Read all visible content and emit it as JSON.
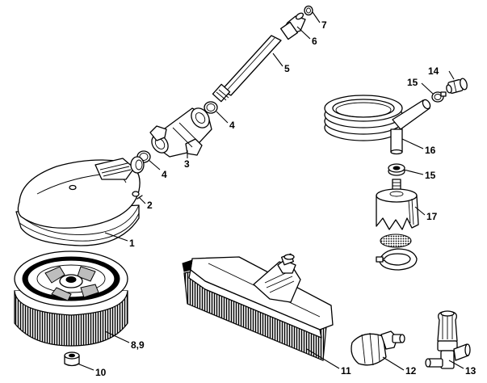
{
  "callouts": {
    "c1": "1",
    "c2": "2",
    "c3": "3",
    "c4a": "4",
    "c4b": "4",
    "c5": "5",
    "c6": "6",
    "c7": "7",
    "c8_9": "8,9",
    "c10": "10",
    "c11": "11",
    "c12": "12",
    "c13": "13",
    "c14": "14",
    "c15a": "15",
    "c15b": "15",
    "c16": "16",
    "c17": "17"
  }
}
